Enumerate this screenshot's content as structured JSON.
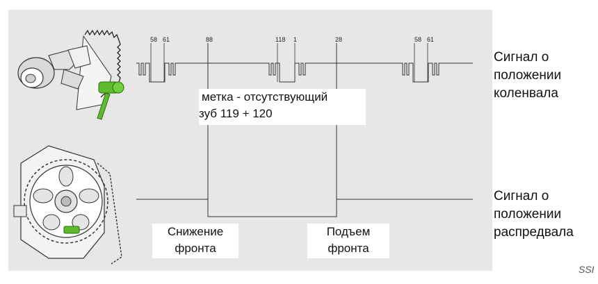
{
  "crank_signal": {
    "tooth_labels": [
      "58",
      "61",
      "88",
      "118",
      "1",
      "28",
      "58",
      "61"
    ],
    "label_lines": [
      "Сигнал о",
      "положении",
      "коленвала"
    ]
  },
  "cam_signal": {
    "label_lines": [
      "Сигнал о",
      "положении",
      "распредвала"
    ]
  },
  "annotations": {
    "marker_lines": [
      "метка - отсутствующий",
      "зуб 119 + 120"
    ],
    "falling_edge_lines": [
      "Снижение",
      "фронта"
    ],
    "rising_edge_lines": [
      "Подъем",
      "фронта"
    ]
  },
  "credit": "SSI",
  "colors": {
    "panel": "#e7e7e7",
    "sensor_green": "#5dbb2c",
    "signal_line": "#333333"
  },
  "icons": [
    "crankshaft-sensor-illustration",
    "camshaft-sensor-illustration"
  ]
}
